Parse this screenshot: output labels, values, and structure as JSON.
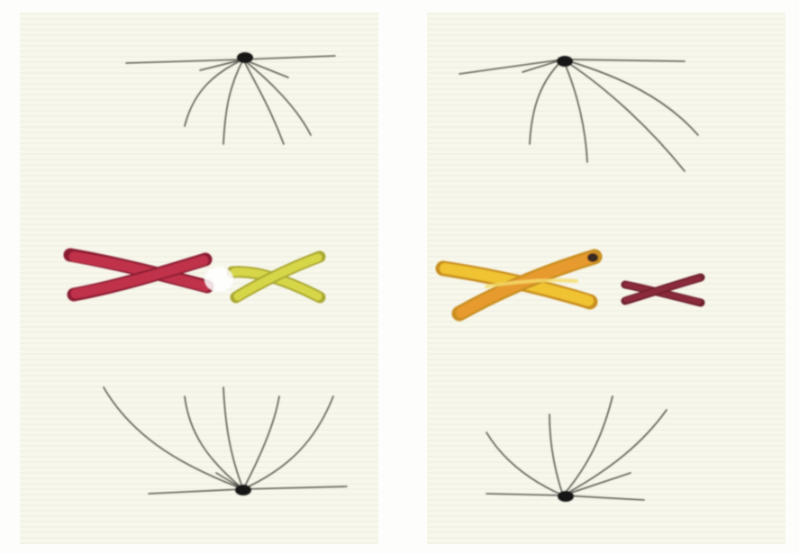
{
  "figure": {
    "background": "#fdfdfb",
    "panel_color": "#f7f6ea",
    "panel_line_color": "#ecebdc",
    "spindle_color": "#5a5a52",
    "centrosome_color": "#141414",
    "colors": {
      "red": "#c0314a",
      "red_dark": "#8a1f33",
      "yellow": "#d7d64a",
      "yellow_bright": "#f0c330",
      "orange": "#e79a2d",
      "maroon": "#8a2b3a",
      "outline": "#3a2a20"
    },
    "cells": [
      {
        "id": "left-cell",
        "chromosomes": [
          {
            "id": "left-red",
            "color": "red",
            "size": "large"
          },
          {
            "id": "left-yellow",
            "color": "yellow",
            "size": "medium"
          }
        ]
      },
      {
        "id": "right-cell",
        "chromosomes": [
          {
            "id": "right-yellow",
            "color": "yellow_bright",
            "size": "large"
          },
          {
            "id": "right-maroon",
            "color": "maroon",
            "size": "small"
          }
        ]
      }
    ]
  }
}
